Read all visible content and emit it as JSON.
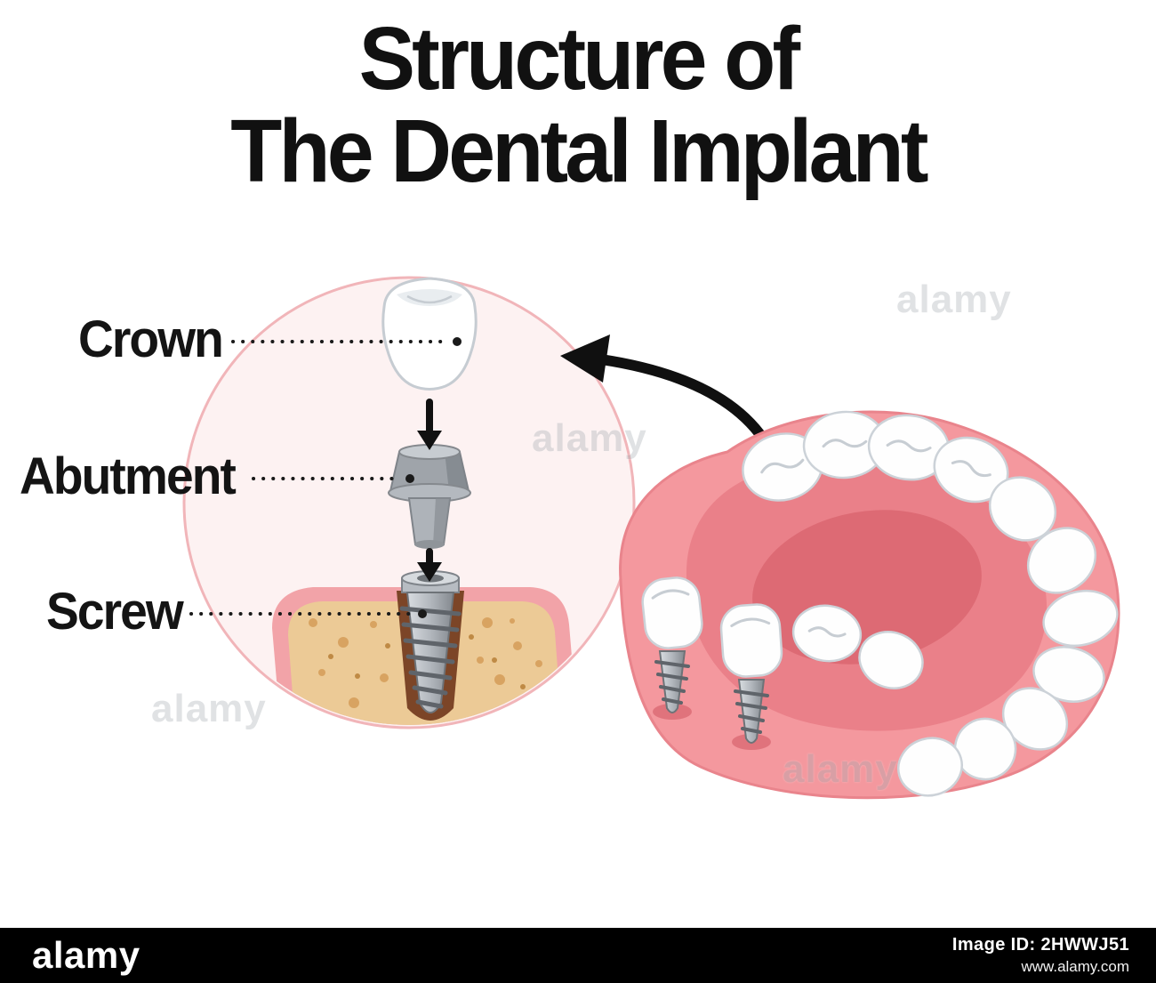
{
  "title": {
    "line1": "Structure of",
    "line2": "The Dental Implant"
  },
  "diagram": {
    "labels": {
      "crown": "Crown",
      "abutment": "Abutment",
      "screw": "Screw"
    }
  },
  "watermark": {
    "brand": "alamy",
    "image_id": "Image ID: 2HWWJ51",
    "url": "www.alamy.com"
  },
  "colors": {
    "title_text": "#111111",
    "circle_fill": "#fdf2f2",
    "circle_stroke": "#f1b5b9",
    "gum_pink": "#f4989e",
    "gum_dark": "#ea8089",
    "bone_sand": "#ecca96",
    "bone_speckle": "#d8a361",
    "metal_grey": "#b2b7bd",
    "arrow_black": "#101010",
    "footer_bg": "#000000",
    "footer_text": "#ffffff"
  }
}
